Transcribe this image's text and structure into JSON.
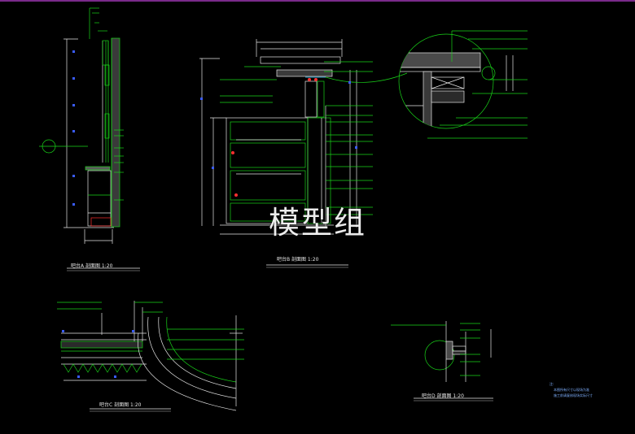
{
  "watermark": "模型组",
  "titles": {
    "sec_a": "吧台A 剖面图  1:20",
    "sec_b": "吧台B 剖面图  1:20",
    "sec_c": "吧台C 剖面图  1:20",
    "sec_d": "吧台D 剖面图  1:20"
  },
  "notes": {
    "n1": "注:",
    "n2": "本图所有尺寸以现场为准",
    "n3": "施工前请复核现场实际尺寸"
  },
  "colors": {
    "bg": "#000000",
    "line_green": "#19d419",
    "line_white": "#e6e6e6",
    "line_cyan": "#38c8ff",
    "dim_blue": "#3a5cff",
    "accent_red": "#ff3030",
    "fill_grey": "#5a5a5a"
  }
}
